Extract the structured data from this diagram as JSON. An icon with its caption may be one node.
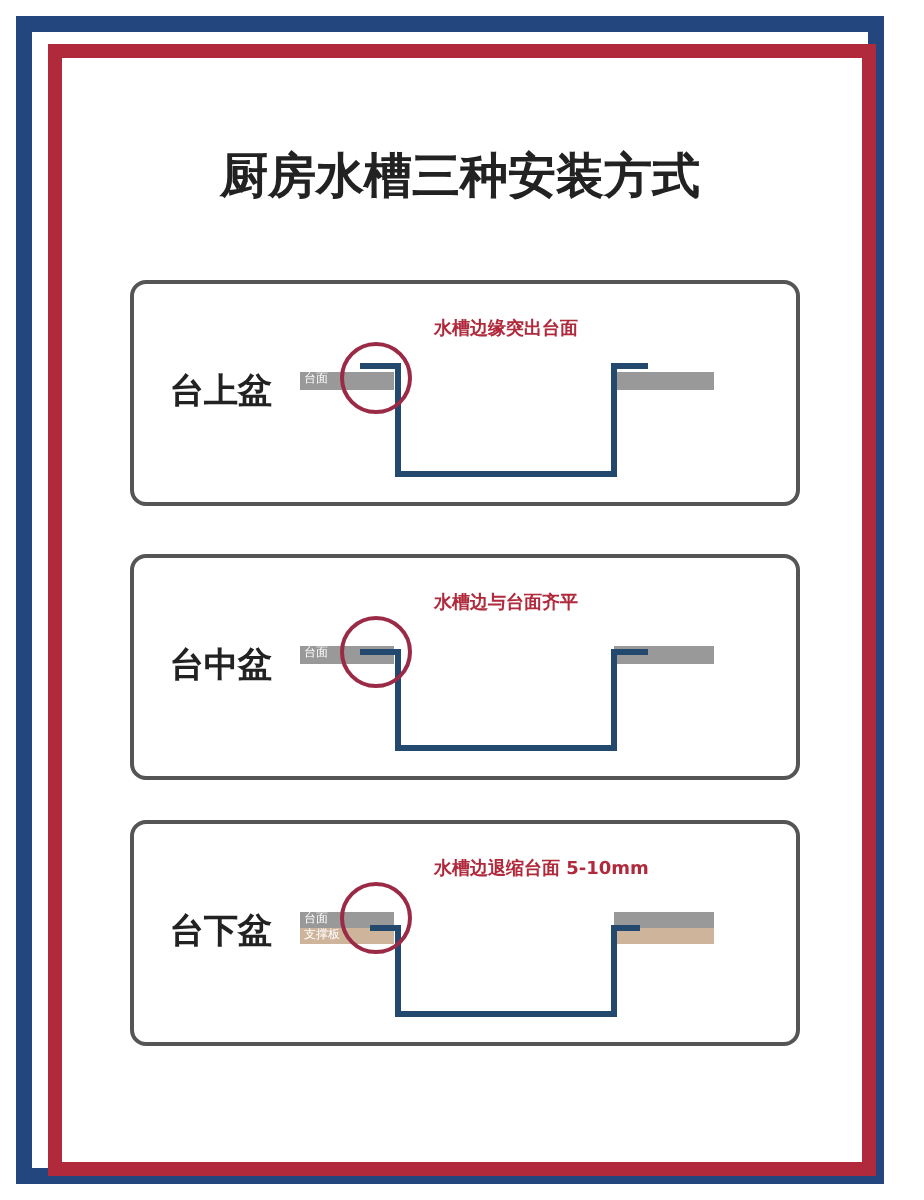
{
  "diagram": {
    "title": "厨房水槽三种安装方式",
    "nodes": [
      {
        "text": [
          "台上盆",
          "水槽边缘突出台面"
        ]
      },
      {
        "text": [
          "台中盆",
          "水槽边与台面齐平"
        ]
      },
      {
        "text": [
          "台下盆",
          "水槽边退缩台面 5-10mm"
        ]
      }
    ],
    "labels": [
      "台面",
      "台面",
      "台面",
      "支撑板"
    ]
  }
}
